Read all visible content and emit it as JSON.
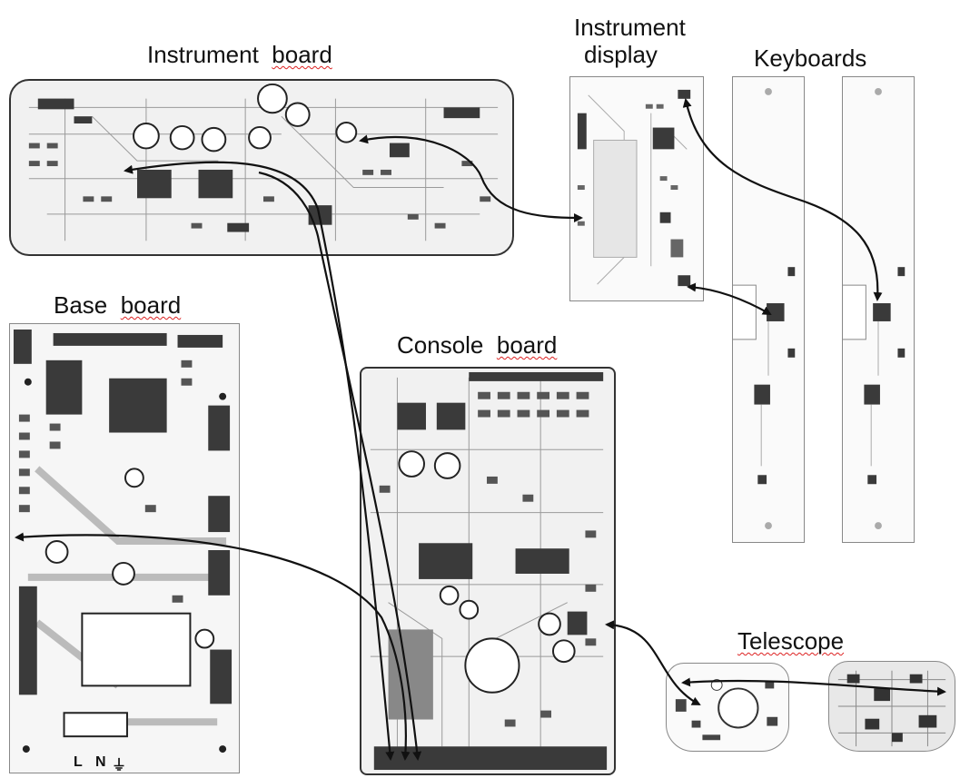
{
  "labels": {
    "instrument_board": "Instrument",
    "instrument_board_2": "board",
    "instrument_display_1": "Instrument",
    "instrument_display_2": "display",
    "keyboards": "Keyboards",
    "base_board": "Base",
    "base_board_2": "board",
    "console_board": "Console",
    "console_board_2": "board",
    "telescope": "Telescope"
  },
  "base_terminals": [
    "L",
    "N",
    "⏚"
  ],
  "colors": {
    "outline": "#333333",
    "pcb_fill": "#f1f1f1",
    "trace": "#9a9a9a",
    "component": "#3a3a3a",
    "arrow": "#111111",
    "spellcheck": "#dd2222"
  }
}
